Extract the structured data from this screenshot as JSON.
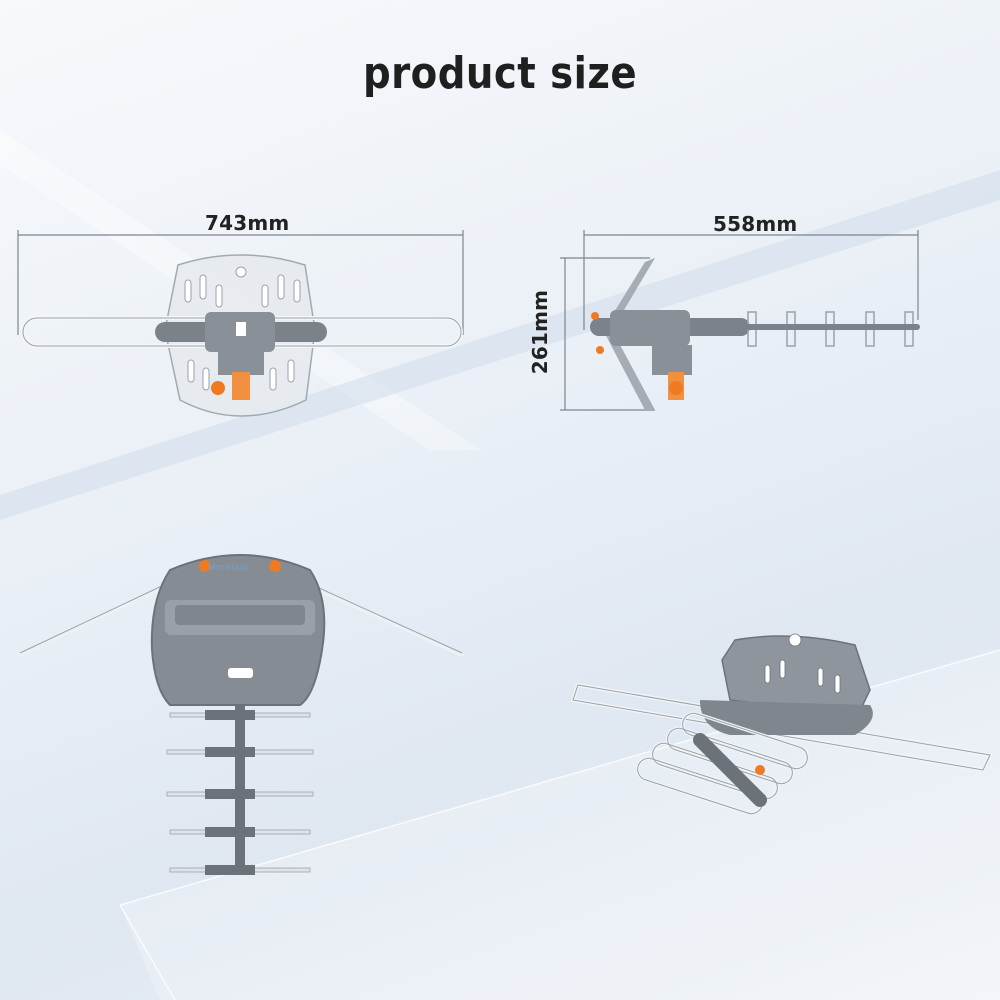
{
  "heading": {
    "title": "product size"
  },
  "dimensions": {
    "front_width": "743mm",
    "side_width": "558mm",
    "side_height": "261mm"
  },
  "product": {
    "brand_text": "Mornixol"
  },
  "colors": {
    "body_gray": "#8a9097",
    "dark_gray": "#5f656c",
    "accent_orange": "#ef7a22",
    "element_white": "#f4f6f8",
    "dimension_line": "#7d8590",
    "title_text": "#1f1f1f"
  }
}
